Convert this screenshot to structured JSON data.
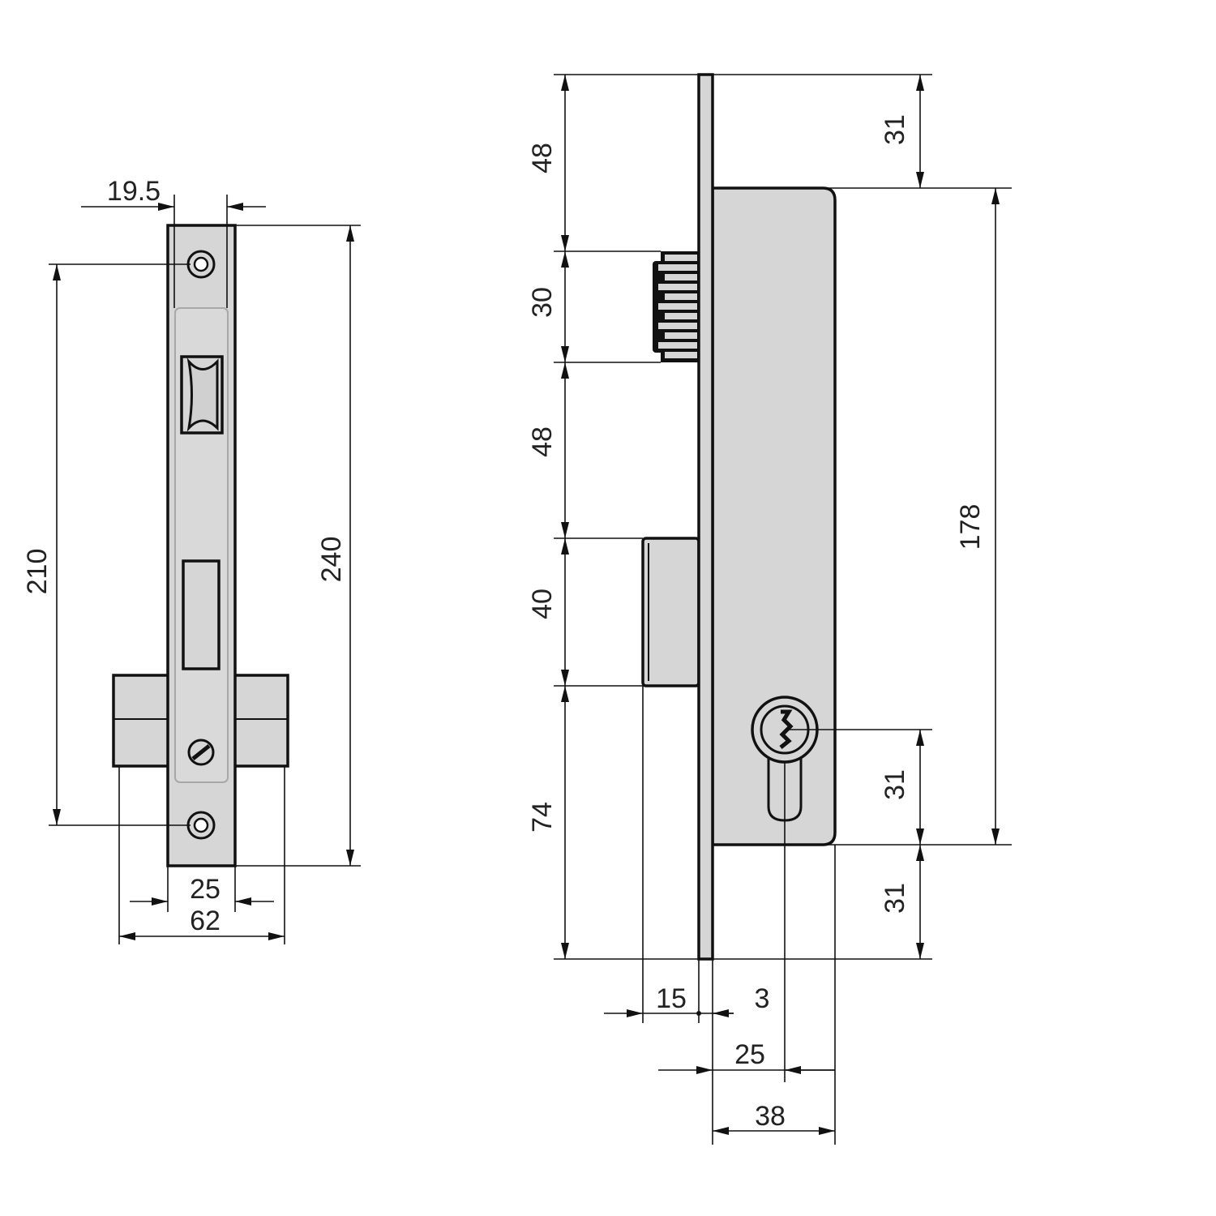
{
  "colors": {
    "part_fill": "#d6d6d6",
    "outline": "#111111",
    "background": "#ffffff"
  },
  "front_view": {
    "dimensions": {
      "backset_width": "19.5",
      "total_height": "240",
      "screw_spacing": "210",
      "faceplate_width": "25",
      "bolt_length": "62"
    }
  },
  "side_view": {
    "dimensions": {
      "top_to_latch": "48",
      "latch_height": "30",
      "latch_to_bolt": "48",
      "bolt_height": "40",
      "bolt_to_bottom": "74",
      "top_to_case": "31",
      "case_height": "178",
      "cylinder_to_case_bottom": "31",
      "case_bottom_to_plate_bottom": "31",
      "bolt_projection": "15",
      "plate_thickness": "3",
      "backset": "25",
      "case_depth": "38"
    }
  }
}
